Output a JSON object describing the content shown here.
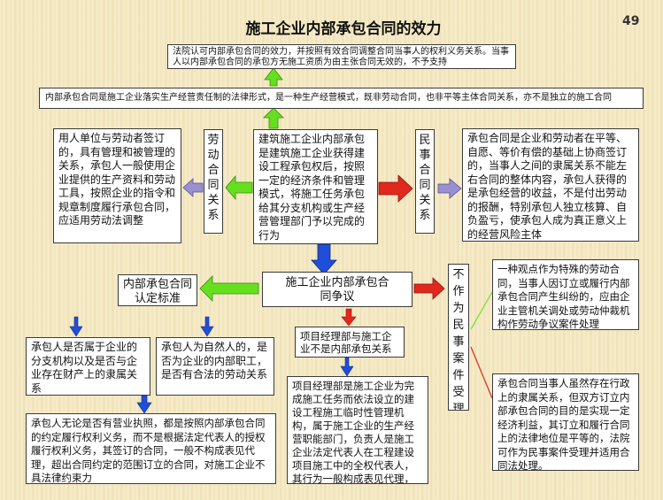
{
  "title": "施工企业内部承包合同的效力",
  "page_number": "49",
  "boxes": {
    "court_recognition": "法院认可内部承包合同的效力，并按照有效合同调整合同当事人的权利义务关系。当事人以内部承包合同的承包方无施工资质为由主张合同无效的，不予支持",
    "legal_form": "内部承包合同是施工企业落实生产经营责任制的法律形式，是一种生产经营模式，既非劳动合同，也非平等主体合同关系，亦不是独立的施工合同",
    "center": "建筑施工企业内部承包是建筑施工企业获得建设工程承包权后，按照一定的经济条件和管理模式，将施工任务承包给其分支机构或生产经营管理部门予以完成的行为",
    "labor_label": "劳动合同关系",
    "labor_desc": "用人单位与劳动者签订的，具有管理和被管理的关系，承包人一般使用企业提供的生产资料和劳动工具，按照企业的指令和规章制度履行承包合同，应适用劳动法调整",
    "civil_label": "民事合同关系",
    "civil_desc": "承包合同是企业和劳动者在平等、自愿、等价有偿的基础上协商签订的，当事人之间的隶属关系不能左右合同的整体内容，承包人获得的是承包经营的收益，不是付出劳动的报酬，特别承包人独立核算、自负盈亏，使承包人成为真正意义上的经营风险主体",
    "dispute": "施工企业内部承包合同争议",
    "criteria": "内部承包合同认定标准",
    "not_civil": "不作为民事案件受理",
    "criteria_a": "承包人是否属于企业的分支机构以及是否与企业存在财产上的隶属关系",
    "criteria_b": "承包人为自然人的，是否为企业的内部职工，是否有合法的劳动关系",
    "project_manager_q": "项目经理部与施工企业不是内部承包关系",
    "view_labor": "一种观点作为特殊的劳动合同，当事人因订立或履行内部承包合同产生纠纷的，应由企业主管机关调处或劳动仲裁机构作劳动争议案件处理",
    "view_civil": "承包合同当事人虽然存在行政上的隶属关系，但双方订立内部承包合同的目的是实现一定经济利益，其订立和履行合同上的法律地位是平等的，法院可作为民事案件受理并适用合同法处理。",
    "contractor_liability": "承包人无论是否有营业执照，都是按照内部承包合同的约定履行权利义务，而不是根据法定代表人的授权履行权利义务，其签订的合同，一般不构成表见代理，超出合同约定的范围订立的合同，对施工企业不具法律约束力",
    "project_manager_desc": "项目经理部是施工企业为完成施工任务而依法设立的建设工程施工临时性管理机构，属于施工企业的生产经营职能部门，负责人是施工企业法定代表人在工程建设项目施工中的全权代表人，其行为一般构成表见代理，"
  },
  "colors": {
    "arrow_green": "#66e01e",
    "arrow_blue": "#1f4ed8",
    "arrow_red": "#e0281c",
    "arrow_purple": "#9890d0",
    "connector_green": "#7ee040",
    "connector_red": "#e23030"
  }
}
